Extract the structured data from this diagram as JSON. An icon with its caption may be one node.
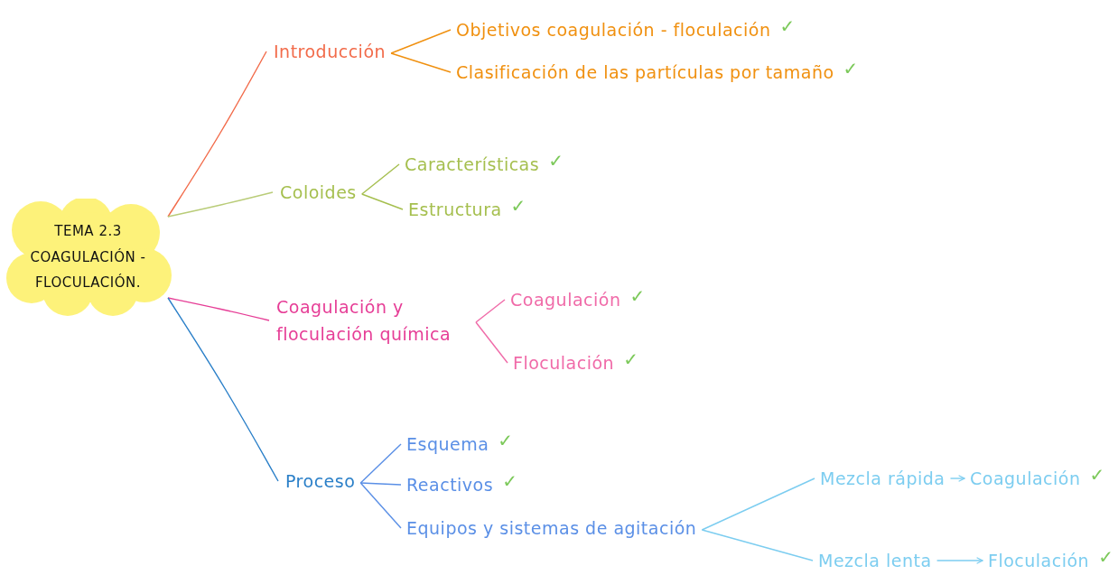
{
  "diagram": {
    "nodes": [
      {
        "text": [
          "TEMA 2.3 COAGULACIÓN - FLOCULACIÓN."
        ]
      },
      {
        "text": [
          "Introducción"
        ]
      },
      {
        "text": [
          "Objetivos coagulación - floculación"
        ],
        "beside": [
          "✓"
        ]
      },
      {
        "text": [
          "Clasificación de las partículas por tamaño"
        ],
        "beside": [
          "✓"
        ]
      },
      {
        "text": [
          "Coloides"
        ]
      },
      {
        "text": [
          "Características"
        ],
        "beside": [
          "✓"
        ]
      },
      {
        "text": [
          "Estructura"
        ],
        "beside": [
          "✓"
        ]
      },
      {
        "text": [
          "Coagulación y floculación química"
        ]
      },
      {
        "text": [
          "Coagulación"
        ],
        "beside": [
          "✓"
        ]
      },
      {
        "text": [
          "Floculación"
        ],
        "beside": [
          "✓"
        ]
      },
      {
        "text": [
          "Proceso"
        ]
      },
      {
        "text": [
          "Esquema"
        ],
        "beside": [
          "✓"
        ]
      },
      {
        "text": [
          "Reactivos"
        ],
        "beside": [
          "✓"
        ]
      },
      {
        "text": [
          "Equipos y sistemas de agitación"
        ]
      },
      {
        "text": [
          "Mezcla rápida"
        ]
      },
      {
        "text": [
          "Coagulación"
        ],
        "beside": [
          "✓"
        ]
      },
      {
        "text": [
          "Mezcla lenta"
        ]
      },
      {
        "text": [
          "Floculación"
        ],
        "beside": [
          "✓"
        ]
      }
    ],
    "edges": [
      {
        "from": 0,
        "to": 1,
        "arrow": "none",
        "color": "#f26b4a"
      },
      {
        "from": 1,
        "to": 2,
        "arrow": "none",
        "color": "#f0900f"
      },
      {
        "from": 1,
        "to": 3,
        "arrow": "none",
        "color": "#f0900f"
      },
      {
        "from": 0,
        "to": 4,
        "arrow": "none",
        "color": "#b9cc78"
      },
      {
        "from": 4,
        "to": 5,
        "arrow": "none",
        "color": "#a5bf4e"
      },
      {
        "from": 4,
        "to": 6,
        "arrow": "none",
        "color": "#a5bf4e"
      },
      {
        "from": 0,
        "to": 7,
        "arrow": "none",
        "color": "#e63d96"
      },
      {
        "from": 7,
        "to": 8,
        "arrow": "none",
        "color": "#f06aa8"
      },
      {
        "from": 7,
        "to": 9,
        "arrow": "none",
        "color": "#f06aa8"
      },
      {
        "from": 0,
        "to": 10,
        "arrow": "none",
        "color": "#2a7fc8"
      },
      {
        "from": 10,
        "to": 11,
        "arrow": "none",
        "color": "#5a8fe6"
      },
      {
        "from": 10,
        "to": 12,
        "arrow": "none",
        "color": "#5a8fe6"
      },
      {
        "from": 10,
        "to": 13,
        "arrow": "none",
        "color": "#5a8fe6"
      },
      {
        "from": 13,
        "to": 14,
        "arrow": "none",
        "color": "#7ccdf0"
      },
      {
        "from": 13,
        "to": 16,
        "arrow": "none",
        "color": "#7ccdf0"
      },
      {
        "from": 14,
        "to": 15,
        "arrow": "to",
        "color": "#7ccdf0"
      },
      {
        "from": 16,
        "to": 17,
        "arrow": "to",
        "color": "#7ccdf0"
      }
    ]
  }
}
